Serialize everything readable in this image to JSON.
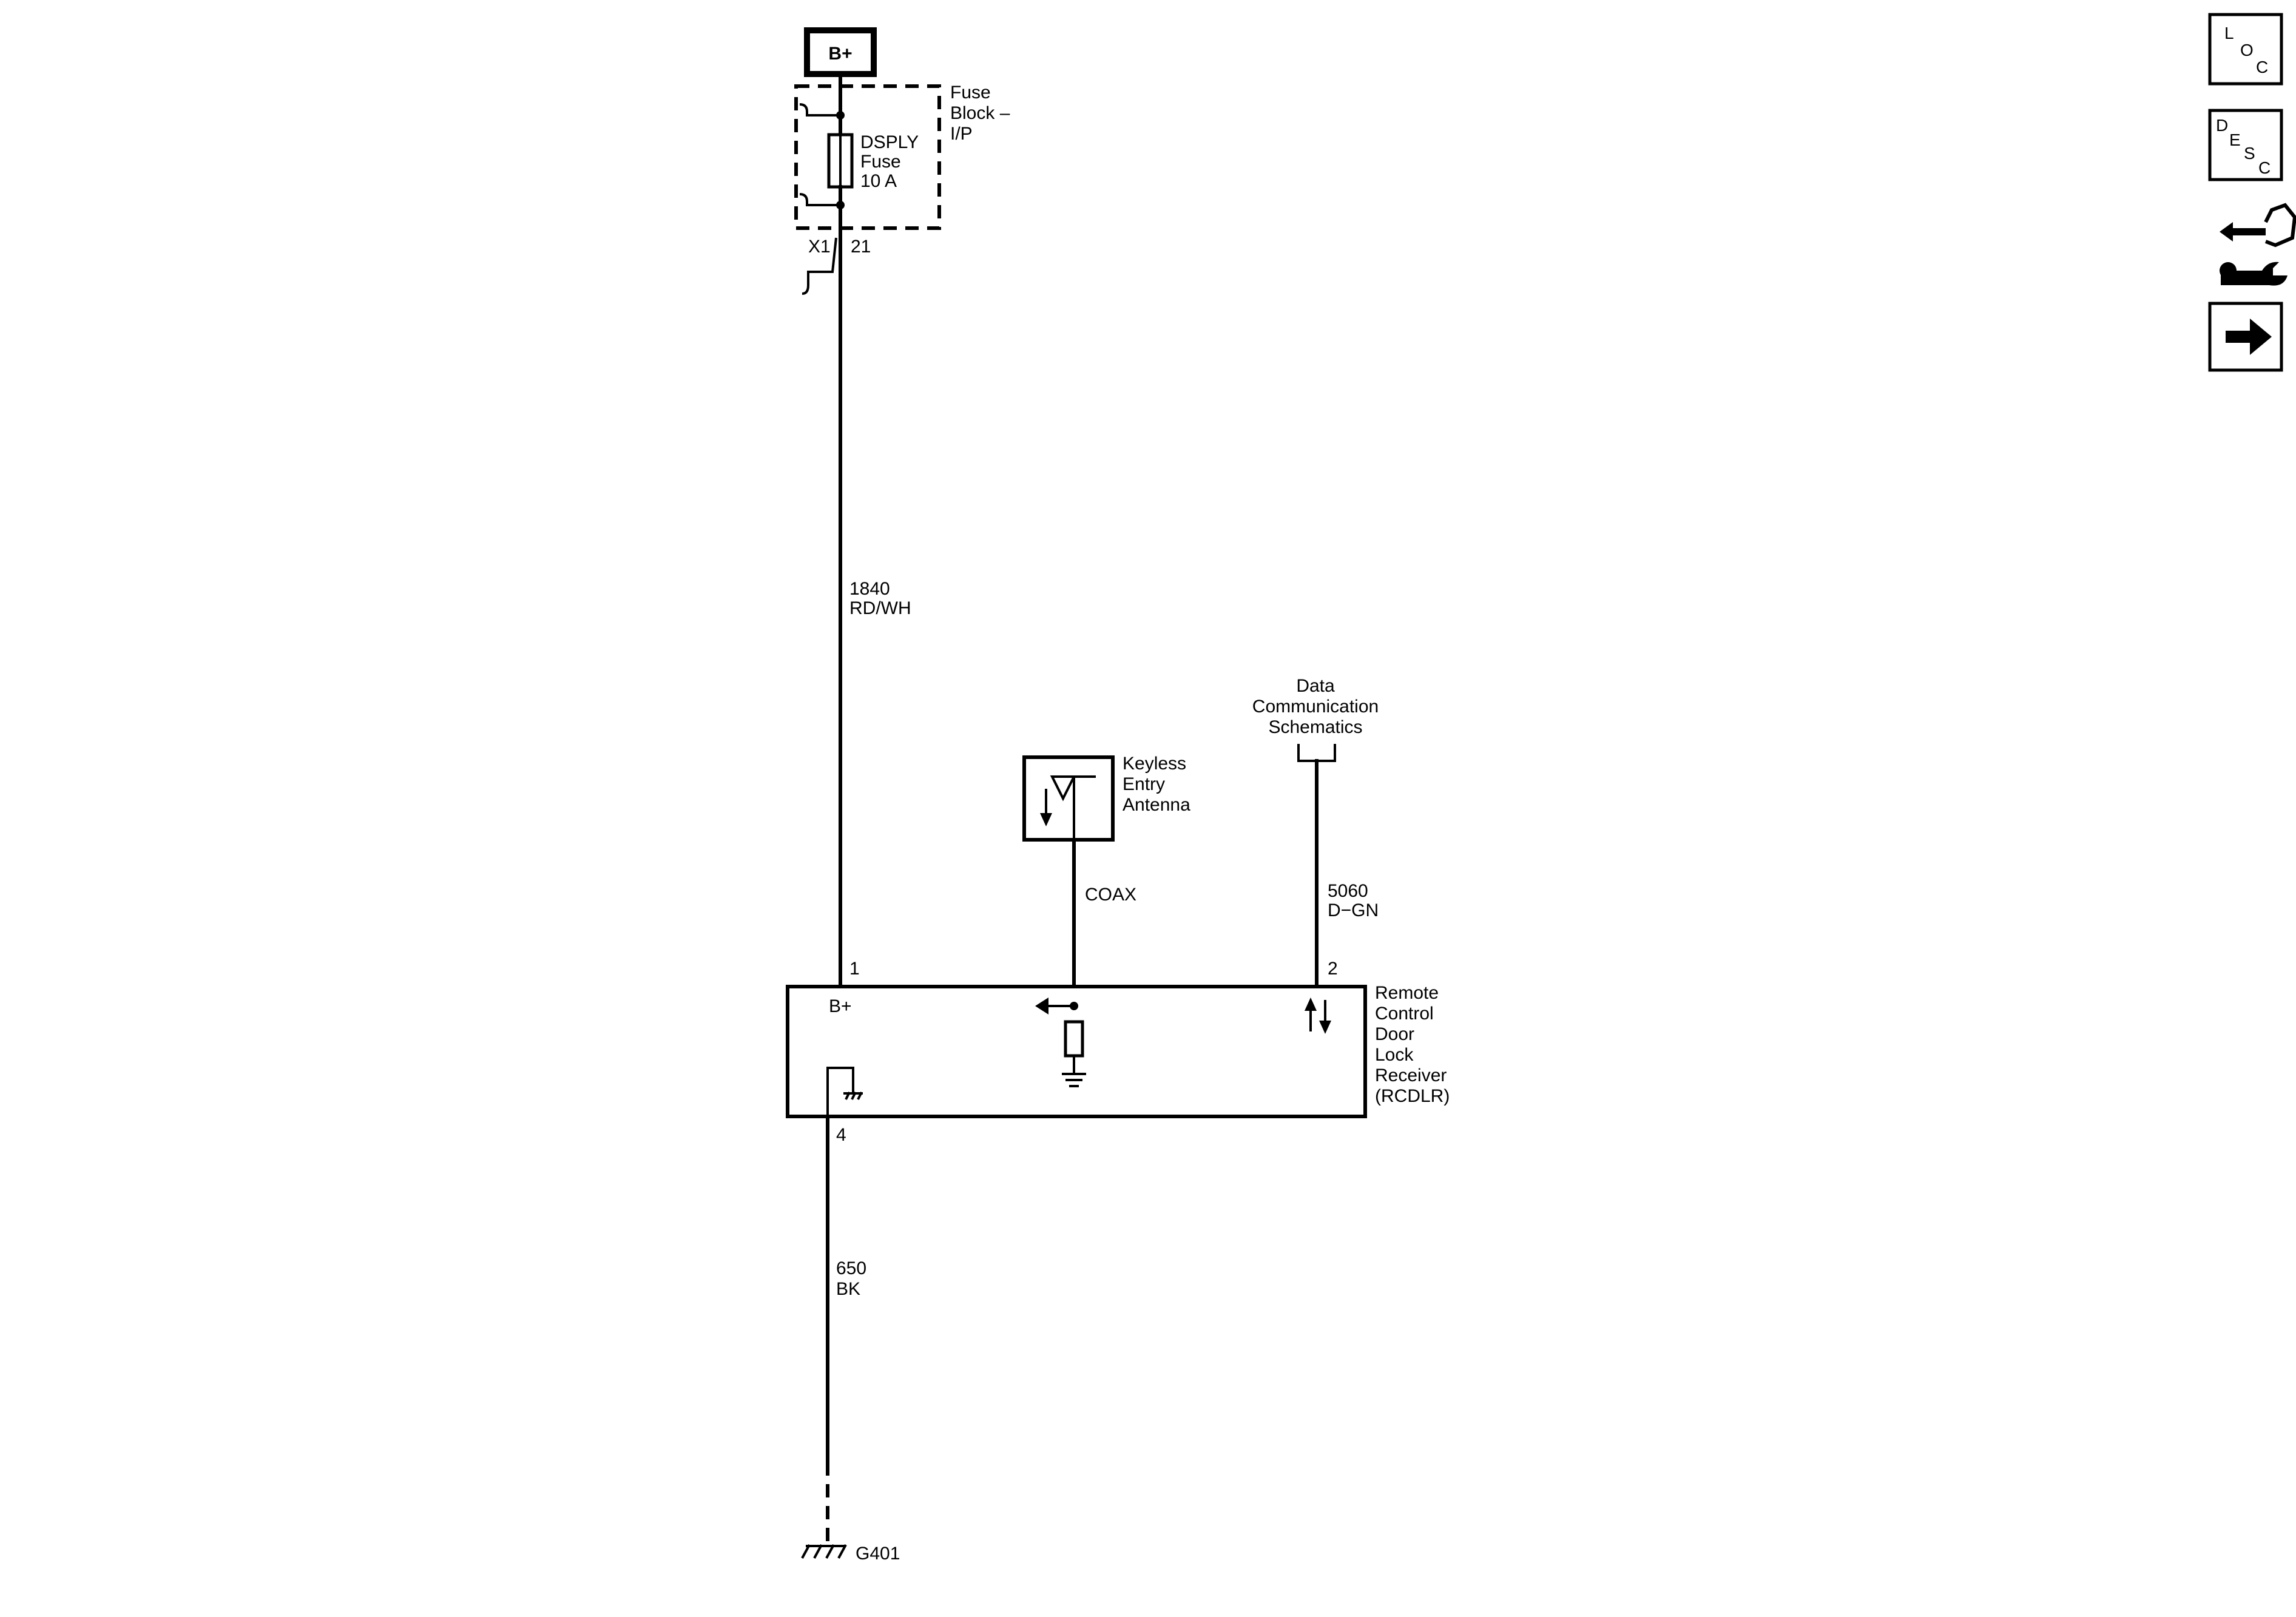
{
  "power": {
    "label": "B+"
  },
  "fuse_block": {
    "name_lines": [
      "Fuse",
      "Block –",
      "I/P"
    ]
  },
  "fuse": {
    "label_lines": [
      "DSPLY",
      "Fuse",
      "10 A"
    ]
  },
  "fuse_connector": {
    "connector": "X1",
    "pin": "21"
  },
  "wire_power": {
    "circuit": "1840",
    "color": "RD/WH"
  },
  "antenna": {
    "name_lines": [
      "Keyless",
      "Entry",
      "Antenna"
    ],
    "cable": "COAX"
  },
  "data_comm": {
    "name_lines": [
      "Data",
      "Communication",
      "Schematics"
    ]
  },
  "wire_data": {
    "circuit": "5060",
    "color": "D−GN"
  },
  "receiver": {
    "name_lines": [
      "Remote",
      "Control",
      "Door",
      "Lock",
      "Receiver",
      "(RCDLR)"
    ],
    "internal_label": "B+",
    "pins": {
      "power": "1",
      "data": "2",
      "ground": "4"
    }
  },
  "wire_ground": {
    "circuit": "650",
    "color": "BK"
  },
  "ground": {
    "label": "G401"
  },
  "side_nav": {
    "loc": {
      "letters": [
        "L",
        "O",
        "C"
      ],
      "icon": "location-icon"
    },
    "desc": {
      "letters": [
        "D",
        "E",
        "S",
        "C"
      ],
      "icon": "description-icon"
    },
    "connector_icon": "connector-repair-icon",
    "next_icon": "right-arrow-icon"
  }
}
